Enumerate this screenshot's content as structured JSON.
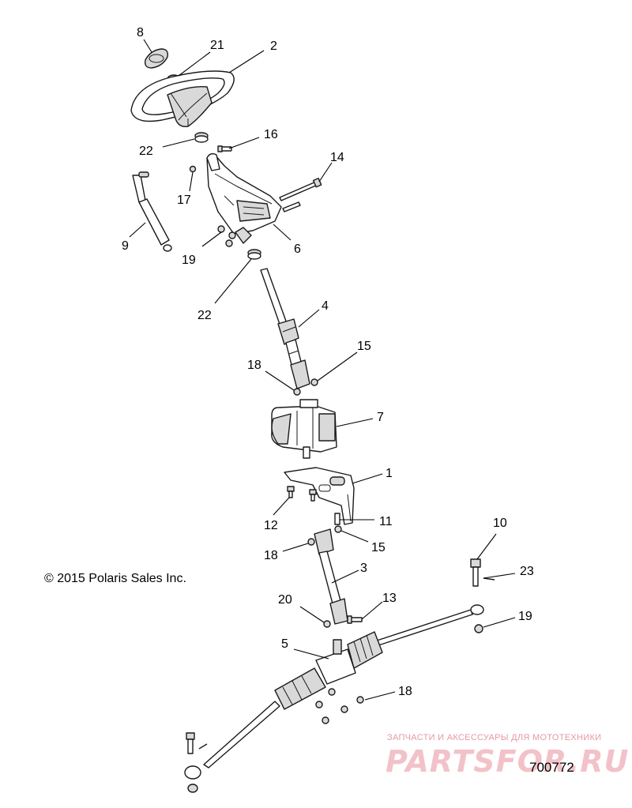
{
  "copyright": "© 2015 Polaris Sales Inc.",
  "diagram_id": "700772",
  "watermark": {
    "caption": "ЗАПЧАСТИ И АКСЕССУАРЫ ДЛЯ МОТОТЕХНИКИ",
    "logo": "PARTSFOR.RU"
  },
  "callouts": {
    "c8": "8",
    "c21": "21",
    "c2": "2",
    "c22a": "22",
    "c16": "16",
    "c14": "14",
    "c17": "17",
    "c9": "9",
    "c19a": "19",
    "c6": "6",
    "c22b": "22",
    "c4": "4",
    "c15a": "15",
    "c18a": "18",
    "c7": "7",
    "c1": "1",
    "c12": "12",
    "c11": "11",
    "c15b": "15",
    "c18b": "18",
    "c10": "10",
    "c23": "23",
    "c3": "3",
    "c20": "20",
    "c13": "13",
    "c19b": "19",
    "c5": "5",
    "c18c": "18"
  }
}
